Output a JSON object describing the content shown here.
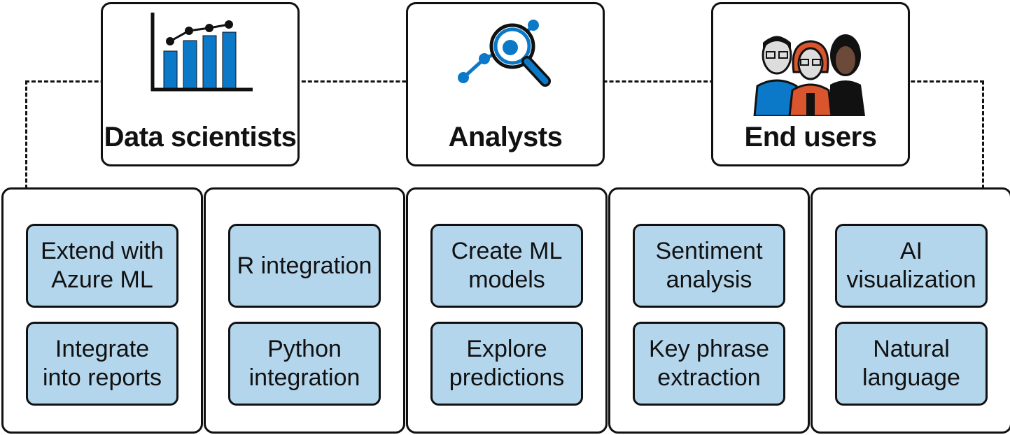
{
  "roles": [
    {
      "title": "Data scientists",
      "icon": "bar-chart-icon"
    },
    {
      "title": "Analysts",
      "icon": "magnifier-trend-icon"
    },
    {
      "title": "End users",
      "icon": "people-group-icon"
    }
  ],
  "columns": [
    {
      "features": [
        [
          "Extend with",
          "Azure ML"
        ],
        [
          "Integrate",
          "into reports"
        ]
      ]
    },
    {
      "features": [
        [
          "R integration"
        ],
        [
          "Python",
          "integration"
        ]
      ]
    },
    {
      "features": [
        [
          "Create ML",
          "models"
        ],
        [
          "Explore",
          "predictions"
        ]
      ]
    },
    {
      "features": [
        [
          "Sentiment",
          "analysis"
        ],
        [
          "Key phrase",
          "extraction"
        ]
      ]
    },
    {
      "features": [
        [
          "AI",
          "visualization"
        ],
        [
          "Natural",
          "language"
        ]
      ]
    }
  ],
  "colors": {
    "feature_fill": "#b4d6ec",
    "accent_blue": "#0b78c8",
    "person_orange": "#d8552e",
    "outline": "#111111"
  }
}
